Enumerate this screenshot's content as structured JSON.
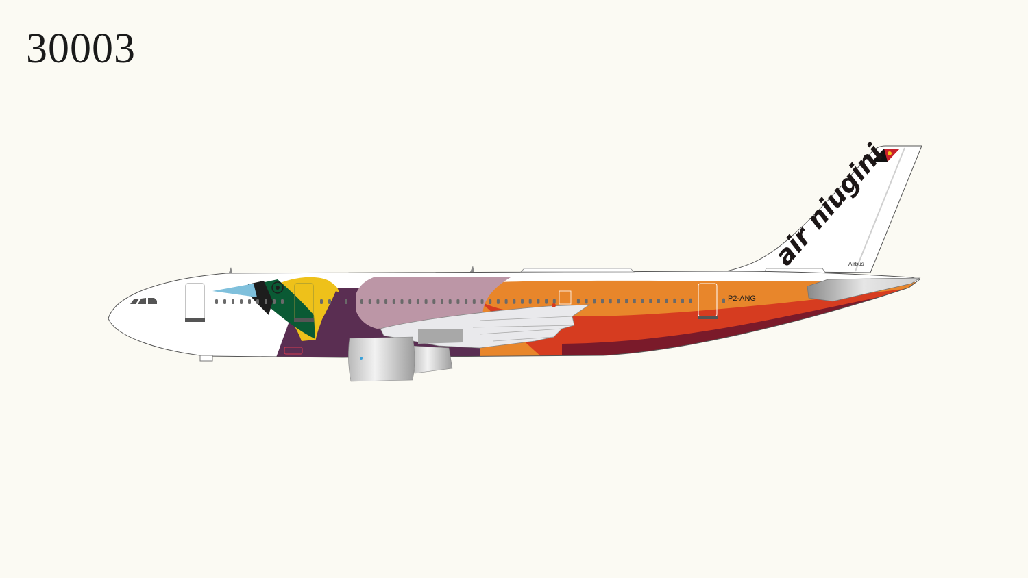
{
  "model_number": "30003",
  "aircraft": {
    "airline_logo_text": "air niugini",
    "manufacturer_mark": "Airbus",
    "registration": "P2-ANG"
  },
  "colors": {
    "background": "#fbfaf3",
    "orange": "#e8862b",
    "red": "#d63c20",
    "dark_red": "#7a1a2a",
    "purple": "#5a2e52",
    "mauve": "#bc96a6",
    "yellow": "#eec11a",
    "green": "#0a5a34",
    "light_blue": "#7fc0dc"
  }
}
